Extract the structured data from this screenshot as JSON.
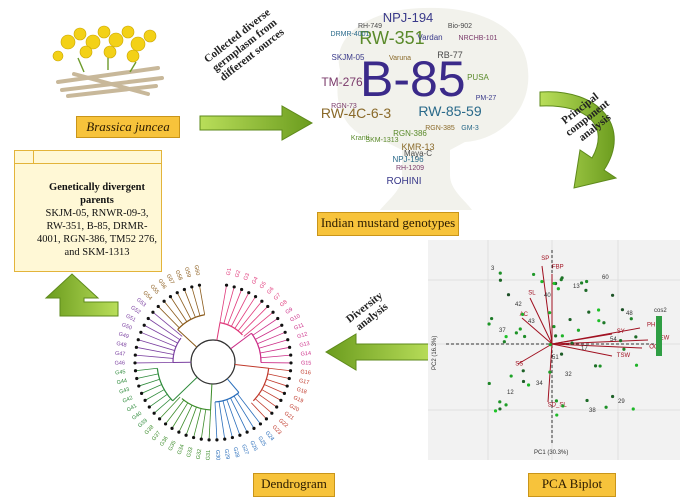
{
  "steps": {
    "species": "Brassica juncea",
    "collect_line1": "Collected diverse",
    "collect_line2": "germplasm from",
    "collect_line3": "different sources",
    "genotypes": "Indian mustard genotypes",
    "pca_line1": "Principal",
    "pca_line2": "component",
    "pca_line3": "analysis",
    "diversity_line1": "Diversity",
    "diversity_line2": "analysis",
    "biplot": "PCA Biplot",
    "dendrogram": "Dendrogram"
  },
  "parents": {
    "title": "Genetically divergent parents",
    "list": "SKJM-05, RNWR-09-3, RW-351, B-85, DRMR-4001, RGN-386, TM52 276, and SKM-1313"
  },
  "word_cloud": {
    "main": "B-85",
    "words": [
      "NPJ-194",
      "RW-351",
      "RW-4C-6-3",
      "RW-85-59",
      "TM-276",
      "RB-77",
      "SKJM-05",
      "RGN-386",
      "KMR-13",
      "NPJ-196",
      "RH-1209",
      "Maya-C",
      "ROHINI",
      "PUSA",
      "RGN-385",
      "DRMR-4001",
      "NRCHB-101",
      "RH-749",
      "PM-27",
      "Kranti",
      "Varuna",
      "GM-3",
      "RGN-73",
      "Bio-902",
      "Vardan",
      "SKM-1313"
    ]
  },
  "biplot_plot": {
    "y_label": "PC2 (16.3%)",
    "x_label": "PC1 (30.3%)",
    "legend_title": "cos2",
    "vector_labels": [
      "SP",
      "FBP",
      "AC",
      "SS",
      "SEW",
      "PH",
      "OC",
      "SD_SL",
      "TSW",
      "SY",
      "SL"
    ],
    "point_labels": [
      "3",
      "43",
      "32",
      "60",
      "37",
      "34",
      "13",
      "54",
      "12",
      "40",
      "17",
      "29",
      "42",
      "51",
      "38",
      "48"
    ]
  },
  "dendrogram_labels": [
    "G1",
    "G2",
    "G3",
    "G4",
    "G5",
    "G6",
    "G7",
    "G8",
    "G9",
    "G10",
    "G11",
    "G12",
    "G13",
    "G14",
    "G15",
    "G16",
    "G17",
    "G18",
    "G19",
    "G20",
    "G21",
    "G22",
    "G23",
    "G24",
    "G25",
    "G26",
    "G27",
    "G28",
    "G29",
    "G30",
    "G31",
    "G32",
    "G33",
    "G34",
    "G35",
    "G36",
    "G37",
    "G38",
    "G39",
    "G40",
    "G41",
    "G42",
    "G43",
    "G44",
    "G45",
    "G46",
    "G47",
    "G48",
    "G49",
    "G50",
    "G51",
    "G52",
    "G53",
    "G54",
    "G55",
    "G56",
    "G57",
    "G58",
    "G59",
    "G60"
  ],
  "colors": {
    "label_fill": "#f7c33b",
    "arrow_green": "#8dbf2c",
    "arrow_dark": "#4d7a12"
  }
}
